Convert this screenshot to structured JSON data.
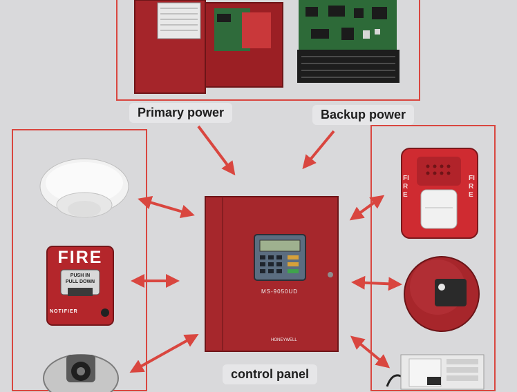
{
  "labels": {
    "primary_power": "Primary power",
    "backup_power": "Backup power",
    "control_panel": "control panel"
  },
  "device_text": {
    "pull_station_title": "FIRE",
    "pull_station_instructions": "PUSH IN PULL DOWN",
    "pull_station_brand": "NOTIFIER",
    "strobe_side_text": "FIRE",
    "panel_model": "MS-9050UD",
    "panel_maker": "HONEYWELL"
  },
  "icons": [
    "primary-power-enclosure-icon",
    "backup-power-board-icon",
    "smoke-detector-icon",
    "pull-station-icon",
    "flame-detector-icon",
    "horn-strobe-icon",
    "fire-bell-icon",
    "intercom-icon",
    "control-panel-icon"
  ],
  "colors": {
    "frame": "#d9463f",
    "arrow": "#d9463f",
    "device_red": "#a5252a"
  }
}
